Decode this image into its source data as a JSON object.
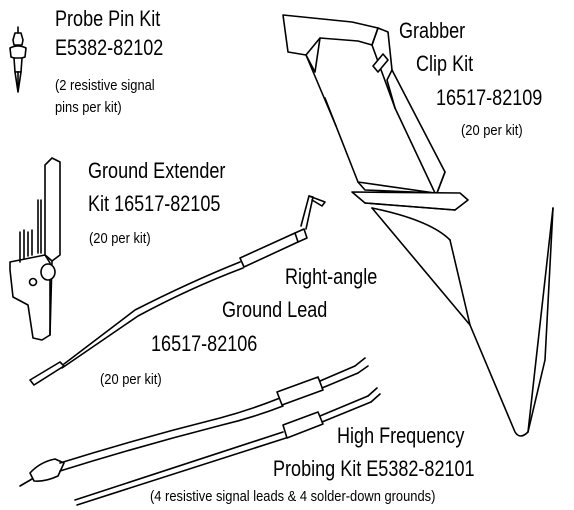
{
  "probe_pin_kit": {
    "name": "Probe Pin Kit",
    "part_number": "E5382-82102",
    "note_line1": "(2 resistive signal",
    "note_line2": "pins per kit)"
  },
  "grabber_clip_kit": {
    "name_line1": "Grabber",
    "name_line2": "Clip Kit",
    "part_number": "16517-82109",
    "note": "(20 per kit)"
  },
  "ground_extender_kit": {
    "name_line1": "Ground Extender",
    "name_line2": "Kit 16517-82105",
    "note": "(20 per kit)"
  },
  "right_angle_ground_lead": {
    "name_line1": "Right-angle",
    "name_line2": "Ground Lead",
    "part_number": "16517-82106",
    "note": "(20 per kit)"
  },
  "high_frequency_probing_kit": {
    "name_line1": "High Frequency",
    "name_line2": "Probing Kit E5382-82101",
    "note": "(4 resistive signal leads & 4 solder-down grounds)"
  }
}
